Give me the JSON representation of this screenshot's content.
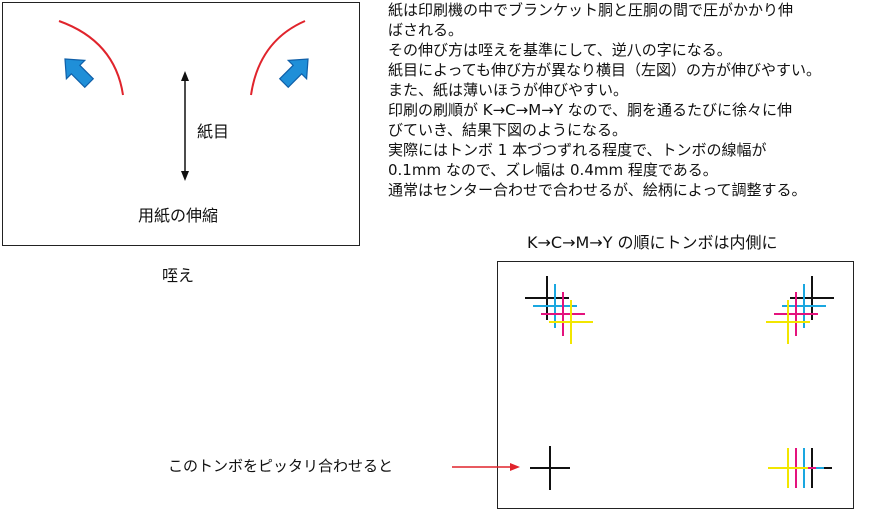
{
  "left_diagram": {
    "grain_label": "紙目",
    "stretch_label": "用紙の伸縮",
    "gripper_label": "咥え",
    "colors": {
      "arc": "#e0242c",
      "arrow_fill": "#1f8fd8",
      "arrow_stroke": "#0f5fa8"
    }
  },
  "notes": [
    "紙は印刷機の中でブランケット胴と圧胴の間で圧がかかり伸",
    "ばされる。",
    "その伸び方は咥えを基準にして、逆八の字になる。",
    "紙目によっても伸び方が異なり横目（左図）の方が伸びやすい。",
    "また、紙は薄いほうが伸びやすい。",
    "印刷の刷順が K→C→M→Y なので、胴を通るたびに徐々に伸",
    "びていき、結果下図のようになる。",
    "実際にはトンボ 1 本づつずれる程度で、トンボの線幅が",
    "0.1mm なので、ズレ幅は 0.4mm 程度である。",
    "通常はセンター合わせで合わせるが、絵柄によって調整する。"
  ],
  "tombo_diagram": {
    "title": "K→C→M→Y の順にトンボは内側に",
    "align_label": "このトンボをピッタリ合わせると",
    "ink_order": [
      "K",
      "C",
      "M",
      "Y"
    ],
    "colors": {
      "K": "#111111",
      "C": "#1aa7e0",
      "M": "#e4137d",
      "Y": "#f2e600",
      "pointer": "#e0242c"
    }
  }
}
